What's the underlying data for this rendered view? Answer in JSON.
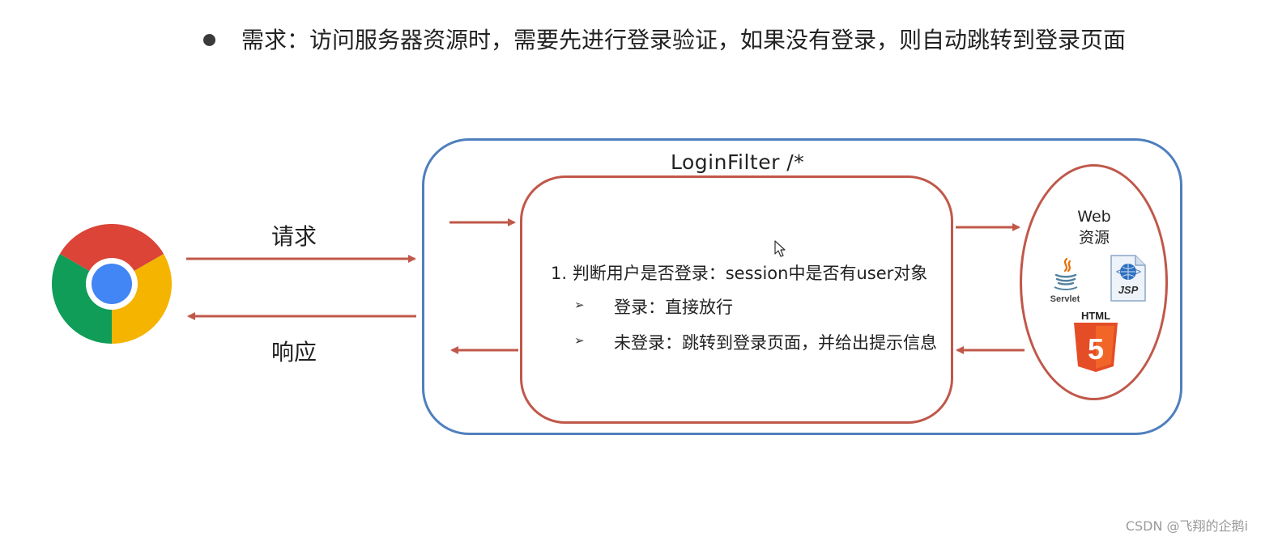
{
  "requirement": {
    "text": "需求：访问服务器资源时，需要先进行登录验证，如果没有登录，则自动跳转到登录页面"
  },
  "browser": {
    "icon": "chrome-logo"
  },
  "flow": {
    "request_label": "请求",
    "response_label": "响应"
  },
  "filter": {
    "title": "LoginFilter  /*",
    "step1": "1. 判断用户是否登录：session中是否有user对象",
    "marker": "➢",
    "logged_in": "登录：直接放行",
    "not_logged_in": "未登录：跳转到登录页面，并给出提示信息"
  },
  "web_resources": {
    "label_line1": "Web",
    "label_line2": "资源",
    "servlet_label": "Servlet",
    "jsp_label": "JSP",
    "html_label": "HTML",
    "html_number": "5"
  },
  "watermark": "CSDN @飞翔的企鹅i",
  "colors": {
    "outer_border": "#4f7fbd",
    "inner_border": "#c0584a",
    "arrow": "#c0584a"
  }
}
